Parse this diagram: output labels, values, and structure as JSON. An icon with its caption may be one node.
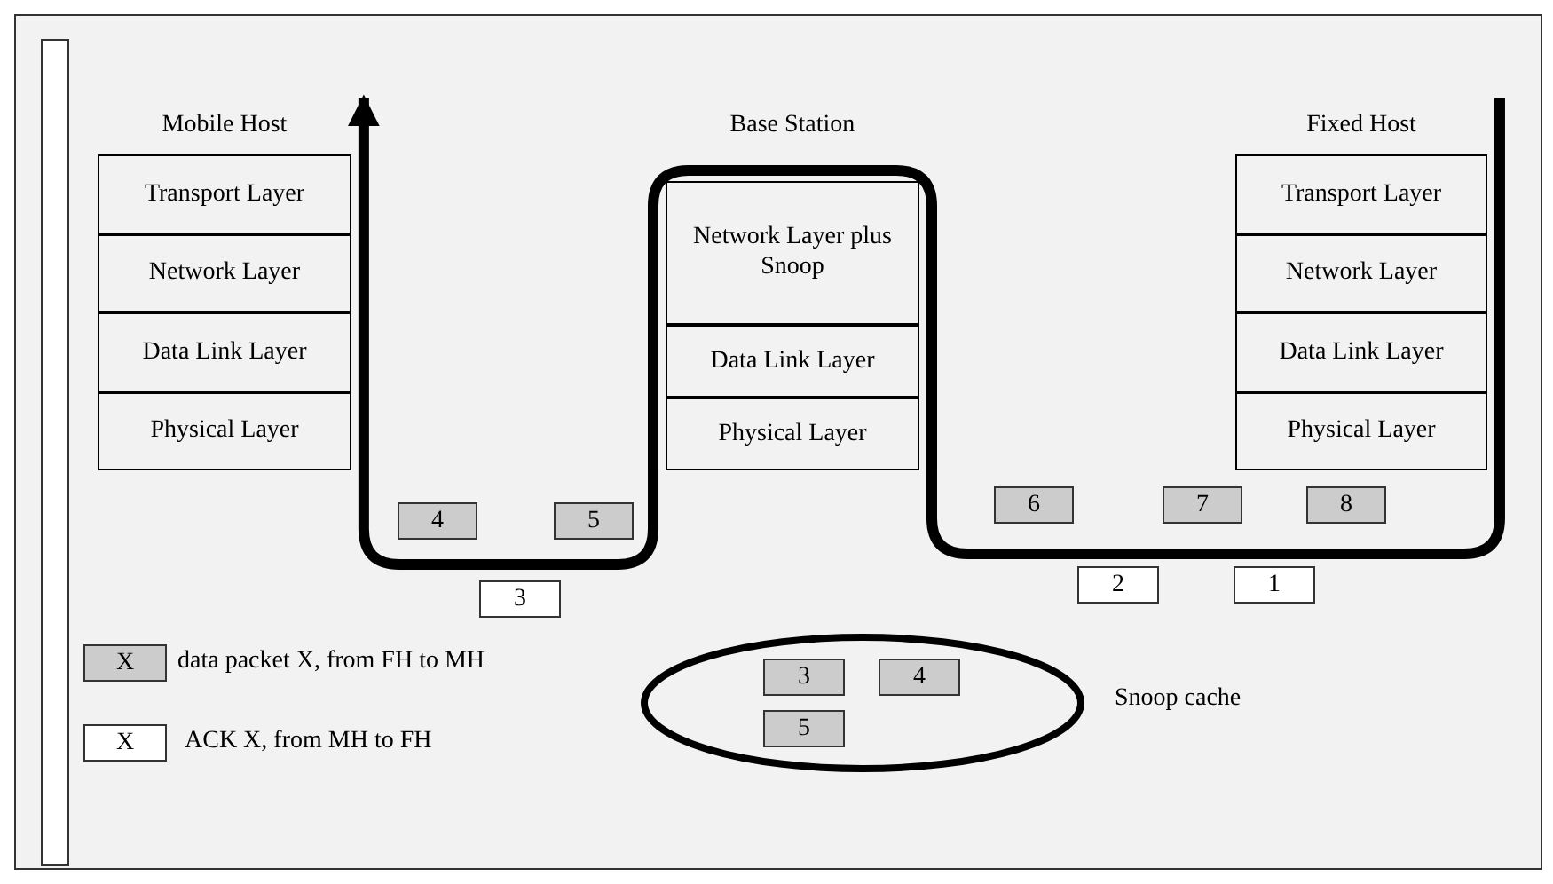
{
  "diagram": {
    "nodes": [
      {
        "text": [
          "Mobile Host"
        ]
      },
      {
        "text": [
          "Transport Layer"
        ],
        "in": 0
      },
      {
        "text": [
          "Network Layer"
        ],
        "in": 0
      },
      {
        "text": [
          "Data Link Layer"
        ],
        "in": 0
      },
      {
        "text": [
          "Physical Layer"
        ],
        "in": 0
      },
      {
        "text": [
          "Base Station"
        ]
      },
      {
        "text": [
          "Network Layer plus Snoop"
        ],
        "in": 5
      },
      {
        "text": [
          "Data Link Layer"
        ],
        "in": 5
      },
      {
        "text": [
          "Physical Layer"
        ],
        "in": 5
      },
      {
        "text": [
          "Fixed Host"
        ]
      },
      {
        "text": [
          "Transport Layer"
        ],
        "in": 9
      },
      {
        "text": [
          "Network Layer"
        ],
        "in": 9
      },
      {
        "text": [
          "Data Link Layer"
        ],
        "in": 9
      },
      {
        "text": [
          "Physical Layer"
        ],
        "in": 9
      },
      {
        "text": [
          "4"
        ]
      },
      {
        "text": [
          "5"
        ]
      },
      {
        "text": [
          "6"
        ]
      },
      {
        "text": [
          "7"
        ]
      },
      {
        "text": [
          "8"
        ]
      },
      {
        "text": [
          "3"
        ]
      },
      {
        "text": [
          "2"
        ]
      },
      {
        "text": [
          "1"
        ]
      },
      {
        "text": [],
        "shape": "ellipse",
        "beside": [
          "Snoop cache"
        ]
      },
      {
        "text": [
          "3"
        ],
        "in": 22
      },
      {
        "text": [
          "4"
        ],
        "in": 22
      },
      {
        "text": [
          "5"
        ],
        "in": 22
      }
    ],
    "edges": [
      {
        "from": 9,
        "to": 5,
        "arrow": "none"
      },
      {
        "from": 5,
        "to": 0,
        "arrow": "to"
      }
    ],
    "labels": [
      "X",
      "X"
    ],
    "legend": [
      {
        "text": "data packet X, from FH to MH",
        "color": "#cccccc"
      },
      {
        "text": "ACK X, from MH to FH",
        "color": "#ffffff"
      }
    ]
  }
}
